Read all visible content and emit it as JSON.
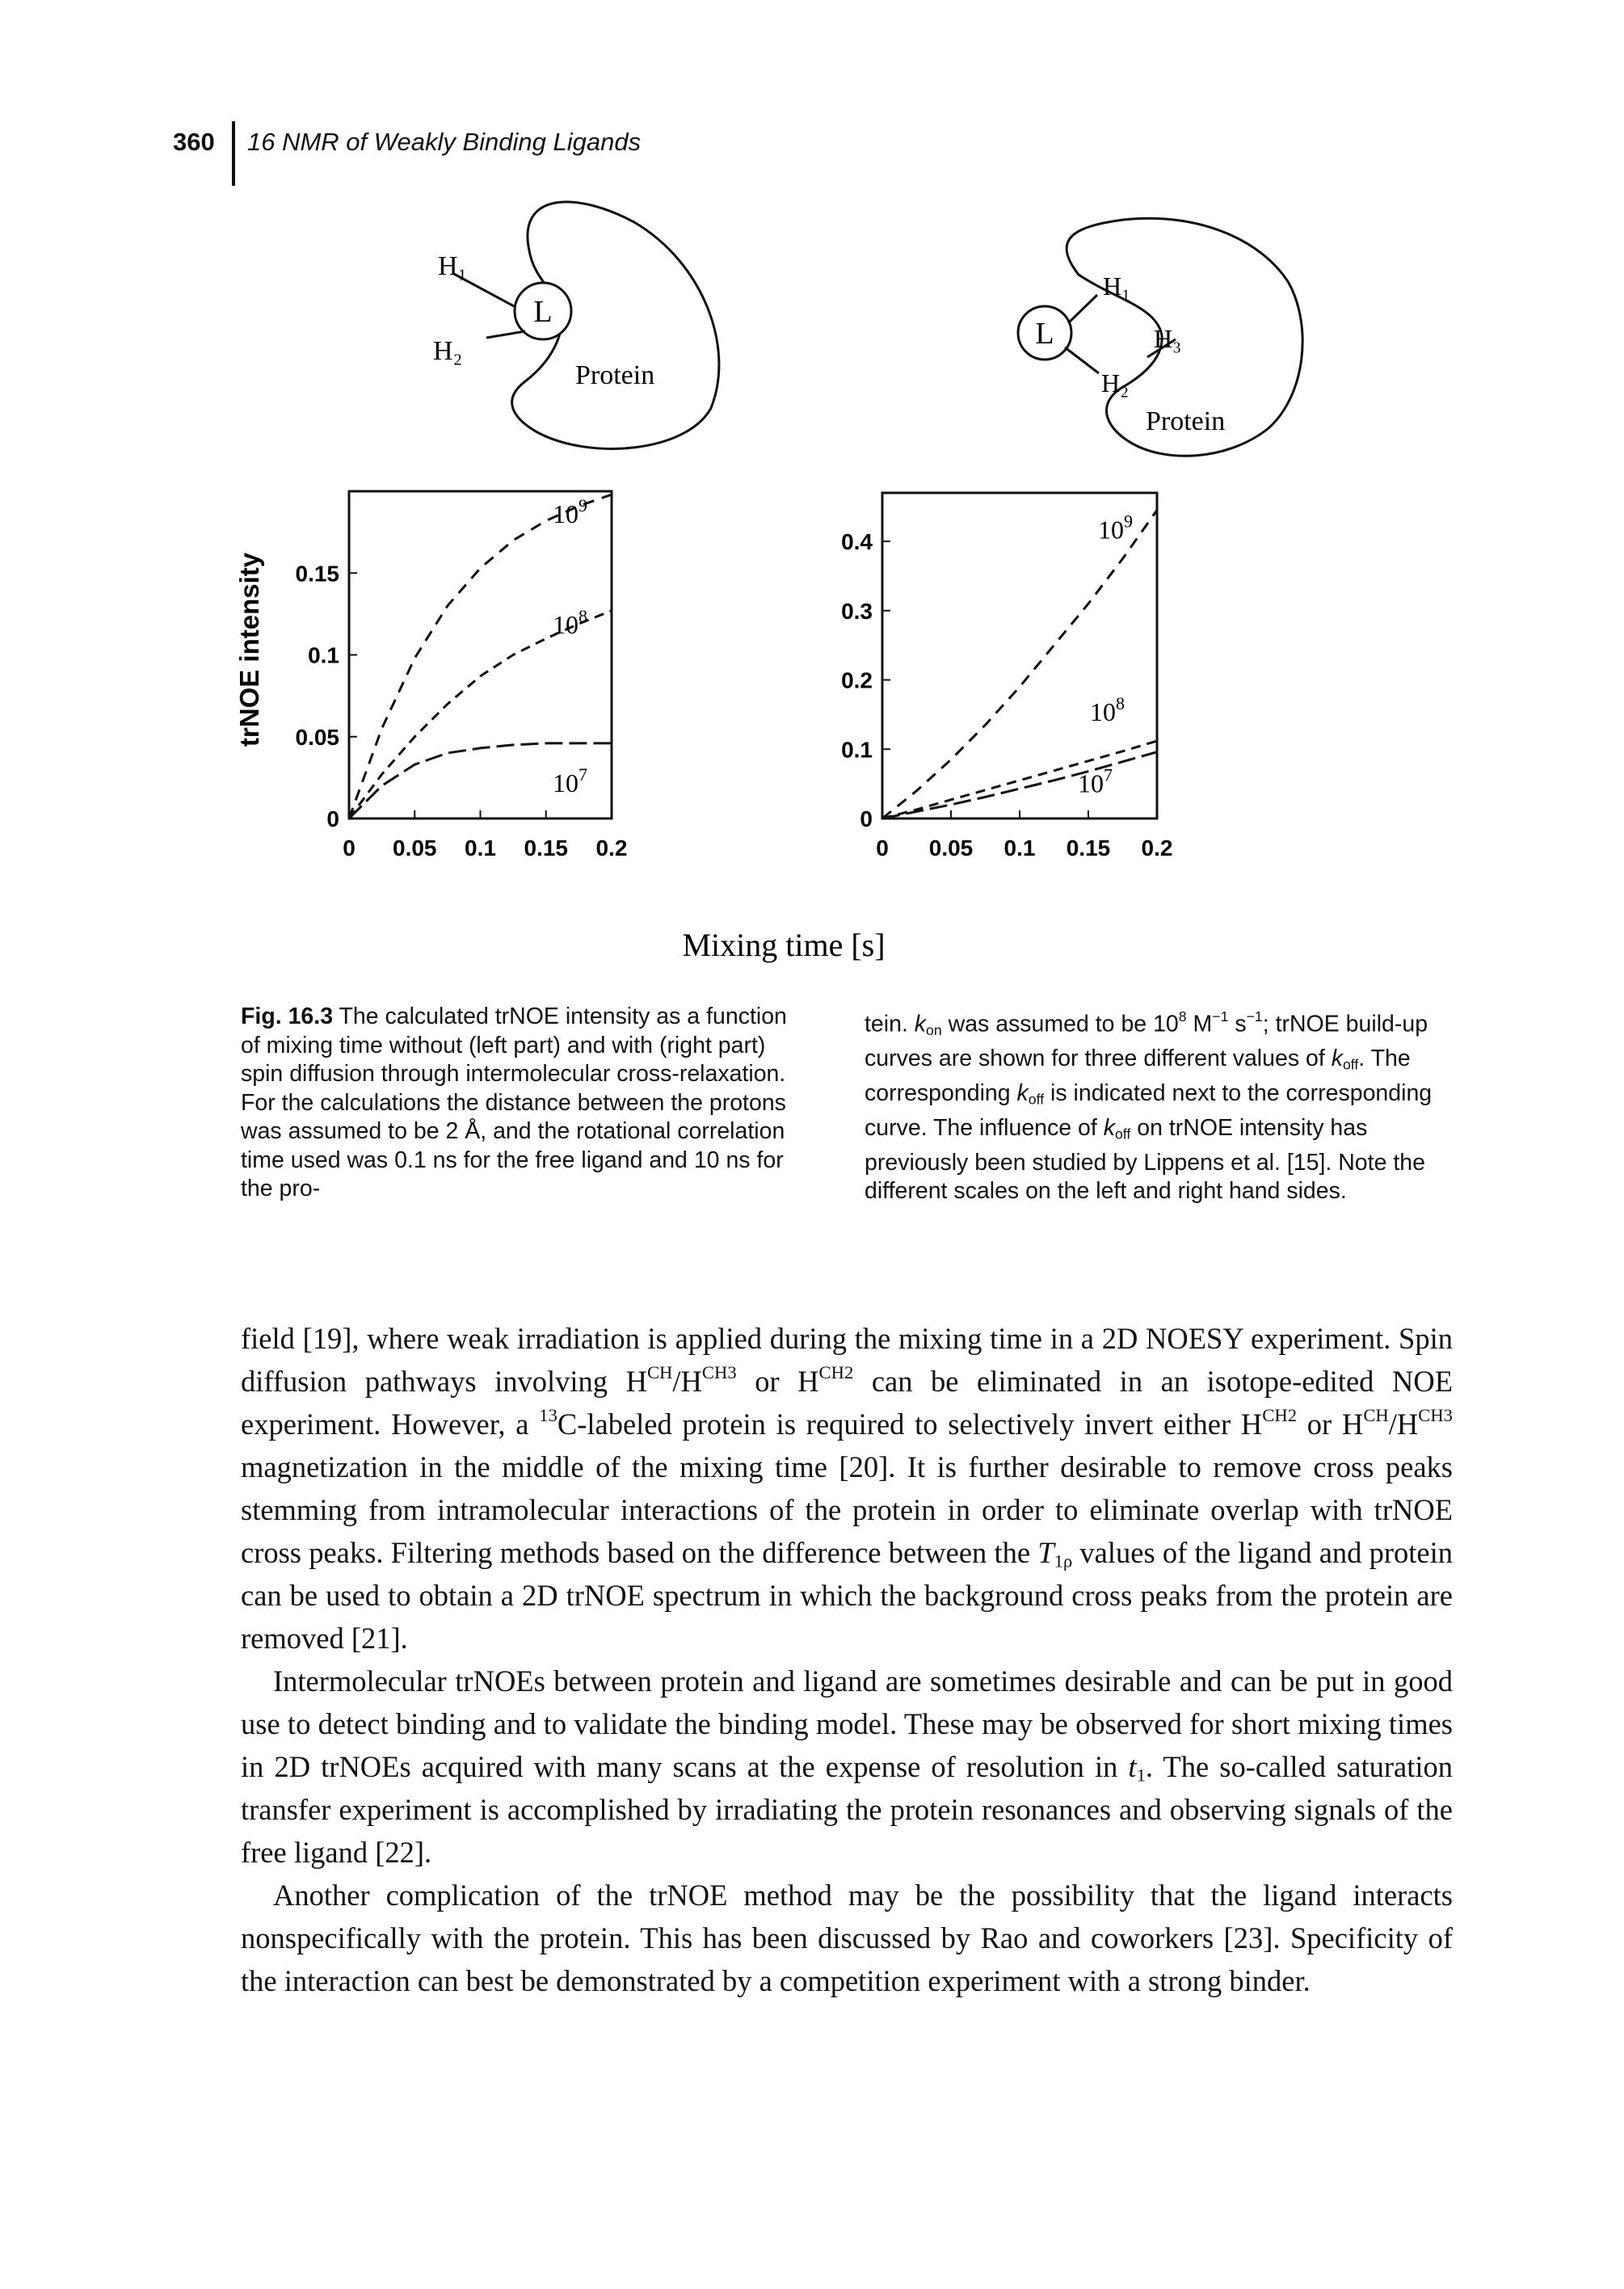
{
  "header": {
    "page_number": "360",
    "running_head": "16 NMR of Weakly Binding Ligands"
  },
  "figure": {
    "left_cartoon": {
      "ligand_label": "L",
      "proton_1": "H₁",
      "proton_2": "H₂",
      "protein_label": "Protein"
    },
    "right_cartoon": {
      "ligand_label": "L",
      "proton_1": "H₁",
      "proton_2": "H₂",
      "proton_3": "H₃",
      "protein_label": "Protein"
    },
    "y_axis_label": "trNOE intensity",
    "x_axis_label": "Mixing time [s]"
  },
  "chart_data": [
    {
      "type": "line",
      "title": "",
      "xlabel": "Mixing time [s]",
      "ylabel": "trNOE intensity",
      "xlim": [
        0,
        0.2
      ],
      "ylim": [
        0,
        0.2
      ],
      "x_ticks": [
        "0",
        "0.05",
        "0.1",
        "0.15",
        "0.2"
      ],
      "y_ticks": [
        "0",
        "0.05",
        "0.1",
        "0.15"
      ],
      "grid": false,
      "legend": "curve labels next to each curve",
      "x": [
        0,
        0.025,
        0.05,
        0.075,
        0.1,
        0.125,
        0.15,
        0.175,
        0.2
      ],
      "series": [
        {
          "name": "10^9",
          "label_base": "10",
          "label_exp": "9",
          "values": [
            0,
            0.055,
            0.098,
            0.13,
            0.153,
            0.17,
            0.182,
            0.191,
            0.198
          ]
        },
        {
          "name": "10^8",
          "label_base": "10",
          "label_exp": "8",
          "values": [
            0,
            0.027,
            0.05,
            0.07,
            0.087,
            0.1,
            0.11,
            0.119,
            0.127
          ]
        },
        {
          "name": "10^7",
          "label_base": "10",
          "label_exp": "7",
          "values": [
            0,
            0.02,
            0.033,
            0.04,
            0.043,
            0.045,
            0.046,
            0.046,
            0.046
          ]
        }
      ]
    },
    {
      "type": "line",
      "title": "",
      "xlabel": "Mixing time [s]",
      "ylabel": "",
      "xlim": [
        0,
        0.2
      ],
      "ylim": [
        0,
        0.47
      ],
      "x_ticks": [
        "0",
        "0.05",
        "0.1",
        "0.15",
        "0.2"
      ],
      "y_ticks": [
        "0",
        "0.1",
        "0.2",
        "0.3",
        "0.4"
      ],
      "grid": false,
      "legend": "curve labels next to each curve",
      "x": [
        0,
        0.025,
        0.05,
        0.075,
        0.1,
        0.125,
        0.15,
        0.175,
        0.2
      ],
      "series": [
        {
          "name": "10^9",
          "label_base": "10",
          "label_exp": "9",
          "values": [
            0,
            0.04,
            0.085,
            0.135,
            0.19,
            0.25,
            0.31,
            0.375,
            0.445
          ]
        },
        {
          "name": "10^8",
          "label_base": "10",
          "label_exp": "8",
          "values": [
            0,
            0.013,
            0.027,
            0.041,
            0.055,
            0.069,
            0.083,
            0.097,
            0.112
          ]
        },
        {
          "name": "10^7",
          "label_base": "10",
          "label_exp": "7",
          "values": [
            0,
            0.01,
            0.02,
            0.031,
            0.043,
            0.055,
            0.068,
            0.082,
            0.096
          ]
        }
      ]
    }
  ],
  "caption": {
    "label": "Fig. 16.3",
    "left_text": " The calculated trNOE intensity as a function of mixing time without (left part) and with (right part) spin diffusion through intermolecular cross-relaxation. For the calculations the distance between the protons was assumed to be 2 Å, and the rotational correlation time used was 0.1 ns for the free ligand and 10 ns for the pro-",
    "right_1": "tein. ",
    "k": "k",
    "on": "on",
    "right_2": " was assumed to be 10",
    "exp8": "8",
    "right_3": " M",
    "exp_m1a": "−1",
    "right_4": " s",
    "exp_m1b": "−1",
    "right_5": "; trNOE build-up curves are shown for three different values of ",
    "off": "off",
    "right_6": ". The corresponding ",
    "right_7": " is indicated next to the corresponding curve. The influence of ",
    "right_8": " on trNOE intensity has previously been studied by Lippens et al. [15]. Note the different scales on the left and right hand sides."
  },
  "body": {
    "p1_a": "field [19], where weak irradiation is applied during the mixing time in a 2D NOESY experiment. Spin diffusion pathways involving H",
    "p1_s1": "CH",
    "p1_b": "/H",
    "p1_s2": "CH3",
    "p1_c": " or H",
    "p1_s3": "CH2",
    "p1_d": " can be eliminated in an isotope-edited NOE experiment. However, a ",
    "p1_s4": "13",
    "p1_e": "C-labeled protein is required to selectively invert either H",
    "p1_s5": "CH2",
    "p1_f": " or H",
    "p1_s6": "CH",
    "p1_g": "/H",
    "p1_s7": "CH3",
    "p1_h": " magnetization in the middle of the mixing time [20]. It is further desirable to remove cross peaks stemming from intramolecular interactions of the protein in order to eliminate overlap with trNOE cross peaks. Filtering methods based on the difference between the ",
    "p1_T": "T",
    "p1_sub": "1ρ",
    "p1_i": " values of the ligand and protein can be used to obtain a 2D trNOE spectrum in which the background cross peaks from the protein are removed [21].",
    "p2_a": "Intermolecular trNOEs between protein and ligand are sometimes desirable and can be put in good use to detect binding and to validate the binding model. These may be observed for short mixing times in 2D trNOEs acquired with many scans at the expense of resolution in ",
    "p2_t": "t",
    "p2_sub": "1",
    "p2_b": ". The so-called saturation transfer experiment is accomplished by irradiating the protein resonances and observing signals of the free ligand [22].",
    "p3": "Another complication of the trNOE method may be the possibility that the ligand interacts nonspecifically with the protein. This has been discussed by Rao and coworkers [23]. Specificity of the interaction can best be demonstrated by a competition experiment with a strong binder."
  }
}
